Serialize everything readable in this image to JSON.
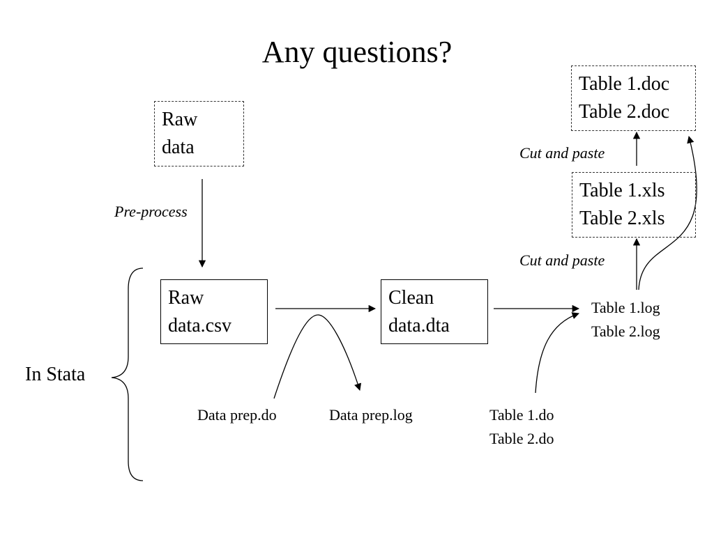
{
  "title": "Any questions?",
  "boxes": {
    "raw_data": [
      "Raw",
      "data"
    ],
    "raw_csv": [
      "Raw",
      "data.csv"
    ],
    "clean_dta": [
      "Clean",
      "data.dta"
    ],
    "table_xls": [
      "Table 1.xls",
      "Table 2.xls"
    ],
    "table_doc": [
      "Table 1.doc",
      "Table 2.doc"
    ]
  },
  "labels": {
    "pre_process": "Pre-process",
    "cut_paste_1": "Cut and paste",
    "cut_paste_2": "Cut and paste",
    "in_stata": "In Stata",
    "data_prep_do": "Data prep.do",
    "data_prep_log": "Data prep.log",
    "table_log": [
      "Table 1.log",
      "Table 2.log"
    ],
    "table_do": [
      "Table 1.do",
      "Table 2.do"
    ]
  }
}
